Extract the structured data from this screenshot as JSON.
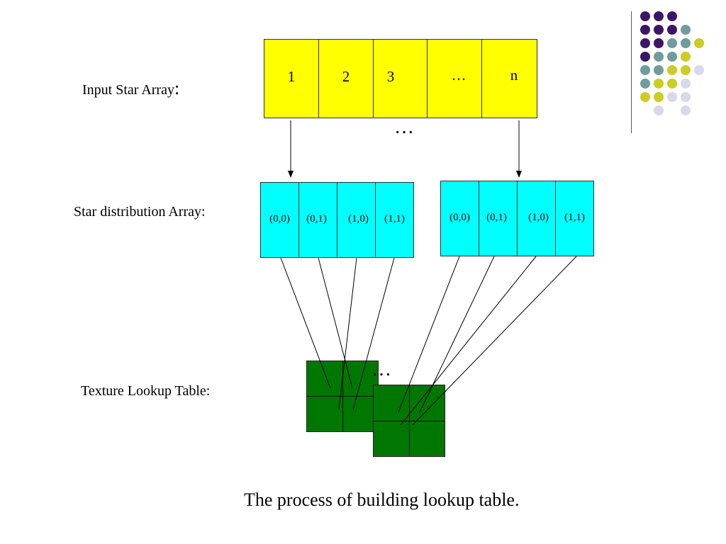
{
  "labels": {
    "input_star_array": "Input Star Array",
    "input_star_array_colon": ":",
    "star_distribution_array": "Star distribution Array:",
    "texture_lookup_table": "Texture Lookup Table:"
  },
  "input_array": {
    "cells": [
      "1",
      "2",
      "3",
      "…",
      "n"
    ],
    "ellipsis_below": "…"
  },
  "distribution_arrays": [
    {
      "cells": [
        "(0,0)",
        "(0,1)",
        "(1,0)",
        "(1,1)"
      ]
    },
    {
      "cells": [
        "(0,0)",
        "(0,1)",
        "(1,0)",
        "(1,1)"
      ]
    }
  ],
  "texture_table": {
    "ellipsis": "…"
  },
  "caption": "The process of building lookup table.",
  "colors": {
    "yellow": "#ffff00",
    "cyan": "#00ffff",
    "green": "#007700",
    "purple": "#3d1566",
    "teal": "#6f9c9c",
    "olive": "#cccc22",
    "lavender": "#d8d8ea"
  },
  "decoration": {
    "dot_rows": [
      [
        "purple",
        "purple",
        "purple"
      ],
      [
        "purple",
        "purple",
        "purple",
        "teal"
      ],
      [
        "purple",
        "purple",
        "teal",
        "teal",
        "olive"
      ],
      [
        "purple",
        "teal",
        "teal",
        "olive"
      ],
      [
        "teal",
        "teal",
        "olive",
        "olive",
        "lavender"
      ],
      [
        "teal",
        "olive",
        "olive",
        "lavender"
      ],
      [
        "olive",
        "olive",
        "lavender",
        "lavender"
      ],
      [
        "lavender",
        "lavender"
      ]
    ]
  }
}
